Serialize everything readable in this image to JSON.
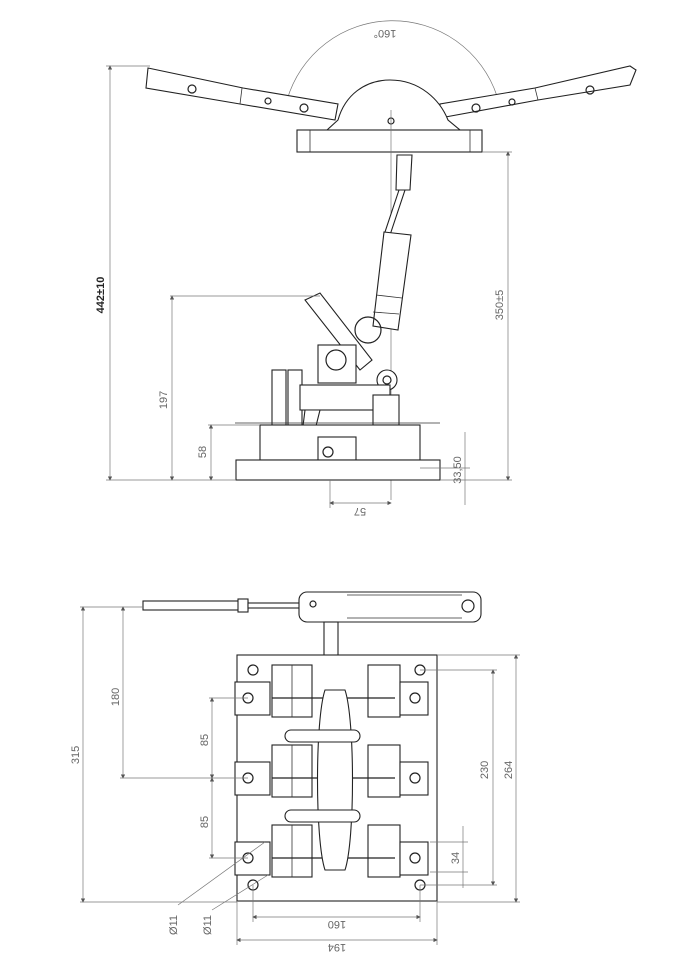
{
  "side_view": {
    "angle_label": "160°",
    "overall_height": "442±10",
    "handle_height": "350±5",
    "height_197": "197",
    "height_58": "58",
    "height_3350": "33,50",
    "offset_57": "57"
  },
  "top_view": {
    "overall_315": "315",
    "dim_180": "180",
    "pitch_1": "85",
    "pitch_2": "85",
    "dim_230": "230",
    "dim_264": "264",
    "dim_34": "34",
    "hole_1": "Ø11",
    "hole_2": "Ø11",
    "dim_160": "160",
    "dim_194": "194"
  }
}
